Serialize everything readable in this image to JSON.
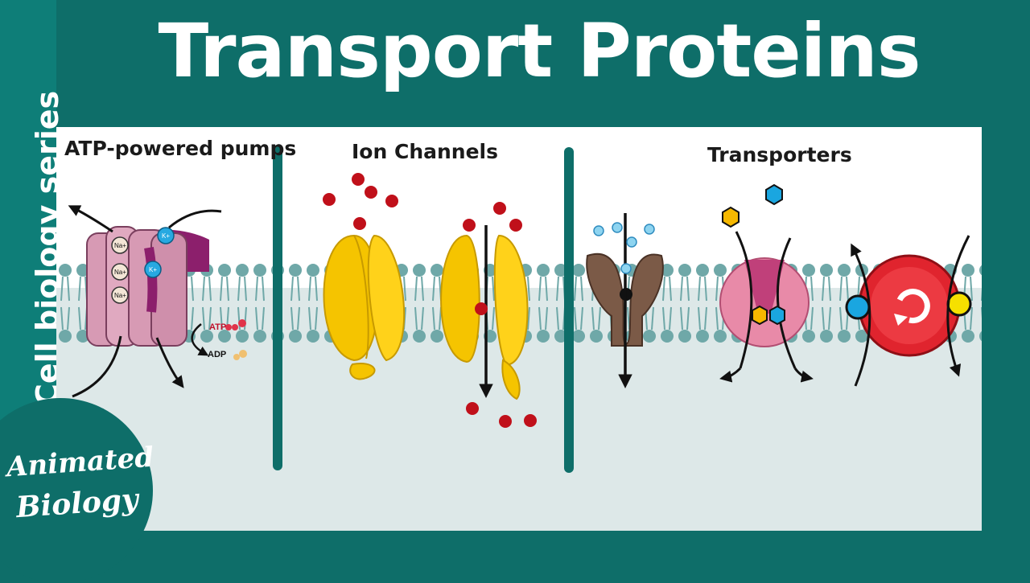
{
  "title": "Transport Proteins",
  "series_label": "Cell biology series",
  "sections": {
    "pumps": "ATP-powered pumps",
    "channels": "Ion Channels",
    "transporters": "Transporters"
  },
  "pump_labels": {
    "na1": "Na+",
    "na2": "Na+",
    "na3": "Na+",
    "k1": "K+",
    "k2": "K+",
    "atp": "ATP",
    "adp": "ADP"
  },
  "logo": {
    "line1": "Animated",
    "line2": "Biology"
  },
  "colors": {
    "teal": "#0e6e69",
    "membrane": "#6fa8a8",
    "ion": "#c0101a",
    "channel": "#f5c400",
    "pump": "#d79ab4",
    "transporter_pink": "#e88aa8",
    "transporter_red": "#e0242e",
    "hex_yellow": "#f6b800",
    "hex_blue": "#1aa6e0"
  }
}
